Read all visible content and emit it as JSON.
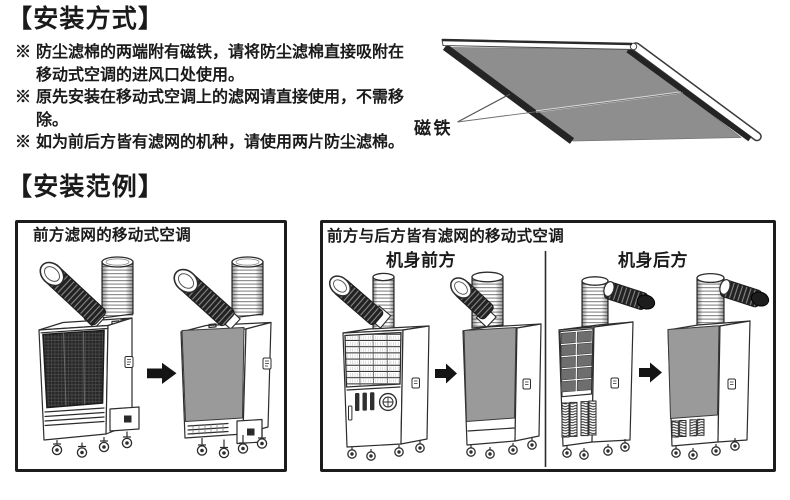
{
  "page": {
    "background": "#ffffff"
  },
  "colors": {
    "text_color": "#1a1a1a",
    "panel_gray": "#9a9a9a",
    "rear_cell_gray": "#6e6e6e",
    "arrow_black": "#141414",
    "sheet_gray": "#8e8e8e",
    "magnet_dark": "#242424"
  },
  "section_method": {
    "title": "【安装方式】",
    "bullets": [
      {
        "marker": "※",
        "lines": [
          "防尘滤棉的两端附有磁铁，请将防尘滤棉直接吸附在",
          "移动式空调的进风口处使用。"
        ]
      },
      {
        "marker": "※",
        "lines": [
          "原先安装在移动式空调上的滤网请直接使用，不需移",
          "除。"
        ]
      },
      {
        "marker": "※",
        "lines": [
          "如为前后方皆有滤网的机种，请使用两片防尘滤棉。"
        ]
      }
    ],
    "diagram": {
      "magnet_label": "磁铁"
    }
  },
  "section_example": {
    "title": "【安装范例】",
    "left_box": {
      "title": "前方滤网的移动式空调"
    },
    "right_box": {
      "title": "前方与后方皆有滤网的移动式空调",
      "front_label": "机身前方",
      "rear_label": "机身后方"
    }
  }
}
